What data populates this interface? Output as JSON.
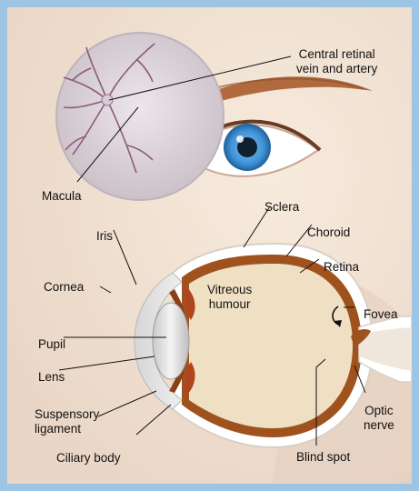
{
  "labels": {
    "central_retinal": "Central retinal\nvein and artery",
    "macula": "Macula",
    "sclera": "Sclera",
    "iris": "Iris",
    "choroid": "Choroid",
    "retina": "Retina",
    "cornea": "Cornea",
    "vitreous": "Vitreous\nhumour",
    "fovea": "Fovea",
    "pupil": "Pupil",
    "lens": "Lens",
    "suspensory": "Suspensory\nligament",
    "optic_nerve": "Optic\nnerve",
    "ciliary_body": "Ciliary body",
    "blind_spot": "Blind spot"
  },
  "colors": {
    "border": "#9ec4e3",
    "background": "#f2e9e1",
    "iris_blue": "#3e93d6",
    "choroid_brown": "#a0521e",
    "vitreous_fill": "#efe0c4"
  }
}
